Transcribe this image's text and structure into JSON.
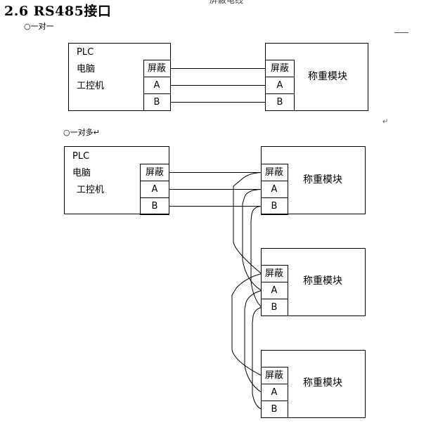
{
  "heading": "2.6 RS485接口",
  "top_cut_text": "屏蔽电线",
  "one_to_one": {
    "label": "○一对一",
    "host": {
      "line1": "PLC",
      "line2": "电脑",
      "line3": "工控机"
    },
    "module": "称重模块"
  },
  "one_to_many": {
    "label": "○一对多↵",
    "host": {
      "line1": "PLC",
      "line2": "电脑",
      "line3": "工控机"
    },
    "modules": [
      "称重模块",
      "称重模块",
      "称重模块"
    ]
  },
  "terminals": {
    "shield": "屏蔽",
    "a": "A",
    "b": "B"
  },
  "paragraph_mark": "↵"
}
